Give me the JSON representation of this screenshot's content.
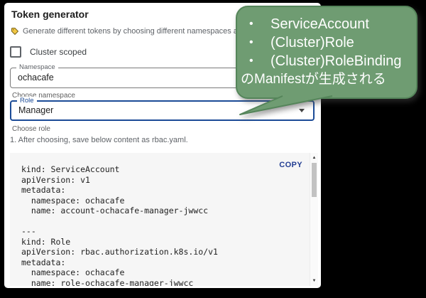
{
  "window": {
    "title": "Token generator",
    "hint": {
      "icon": "tag-icon",
      "text": "Generate different tokens by choosing different namespaces and roles."
    },
    "cluster_checkbox": {
      "label": "Cluster scoped",
      "checked": false
    },
    "namespace_field": {
      "label": "Namespace",
      "value": "ochacafe",
      "helper": "Choose namespace"
    },
    "role_field": {
      "label": "Role",
      "value": "Manager",
      "helper": "Choose role"
    },
    "instruction": "1. After choosing, save below content as rbac.yaml.",
    "code_panel": {
      "copy_label": "COPY",
      "yaml_lines": [
        "kind: ServiceAccount",
        "apiVersion: v1",
        "metadata:",
        "  namespace: ochacafe",
        "  name: account-ochacafe-manager-jwwcc",
        "",
        "---",
        "kind: Role",
        "apiVersion: rbac.authorization.k8s.io/v1",
        "metadata:",
        "  namespace: ochacafe",
        "  name: role-ochacafe-manager-jwwcc"
      ]
    }
  },
  "callout": {
    "bullet_glyph": "•",
    "bullets": [
      "ServiceAccount",
      "(Cluster)Role",
      "(Cluster)RoleBinding"
    ],
    "caption": "のManifestが生成される",
    "colors": {
      "fill": "#6f9c72",
      "border": "#55855a",
      "text": "#ffffff"
    }
  },
  "icons": {
    "scroll_up": "▲",
    "scroll_down": "▼"
  },
  "colors": {
    "page_background": "#000000",
    "panel_background": "#ffffff",
    "accent_blue": "#1b4b97",
    "copy_blue": "#233e93",
    "code_background": "#f6f6f6",
    "tag_yellow": "#f2c744",
    "text_gray": "#5f6368"
  }
}
